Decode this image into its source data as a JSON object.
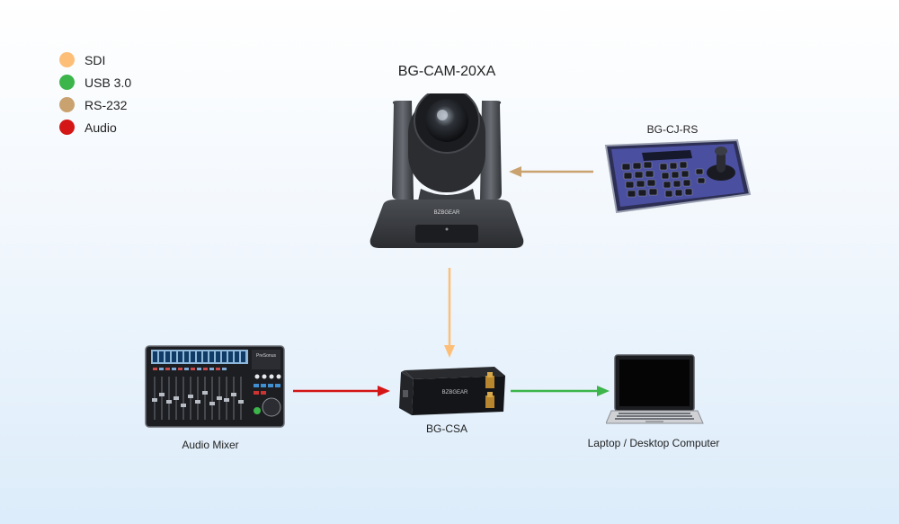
{
  "legend": [
    {
      "label": "SDI",
      "color": "#fdbf78"
    },
    {
      "label": "USB 3.0",
      "color": "#3cb54a"
    },
    {
      "label": "RS-232",
      "color": "#c9a270"
    },
    {
      "label": "Audio",
      "color": "#d41616"
    }
  ],
  "devices": {
    "camera": {
      "label": "BG-CAM-20XA",
      "brand": "BZBGEAR"
    },
    "controller": {
      "label": "BG-CJ-RS"
    },
    "capture": {
      "label": "BG-CSA",
      "brand": "BZBGEAR"
    },
    "mixer": {
      "label": "Audio Mixer",
      "brand": "PreSonus"
    },
    "laptop": {
      "label": "Laptop / Desktop Computer"
    }
  }
}
